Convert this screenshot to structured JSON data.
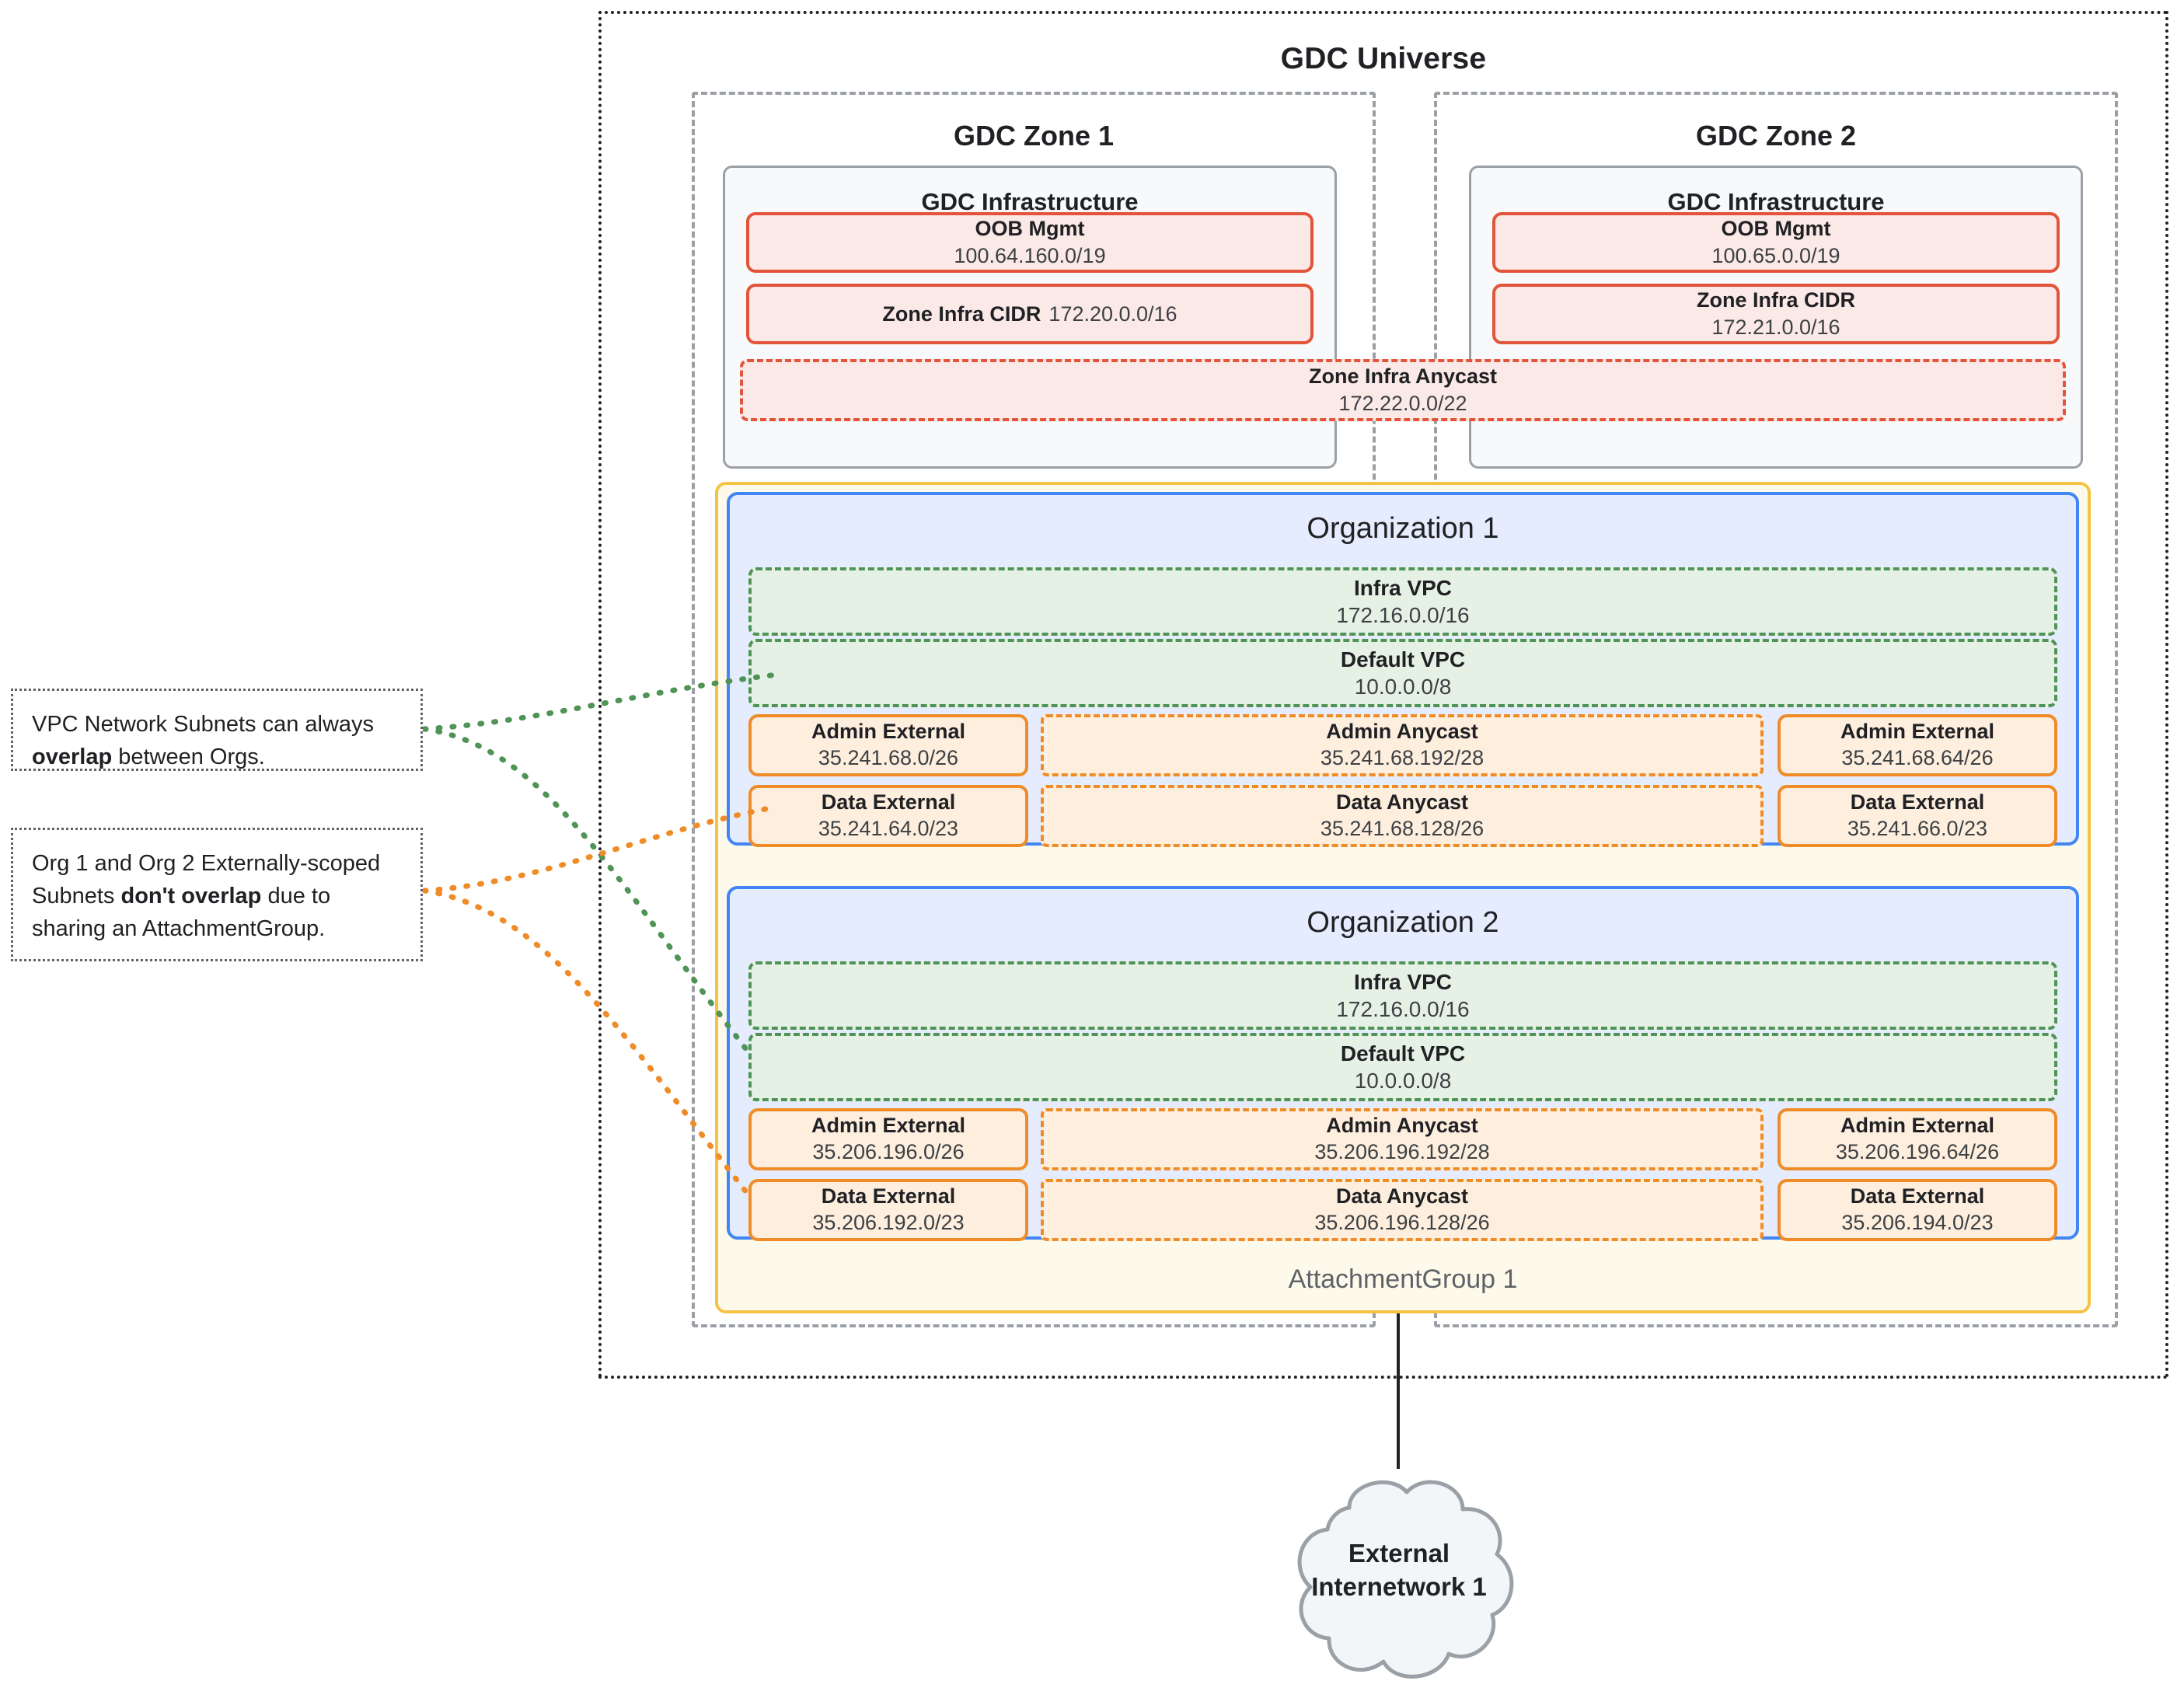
{
  "universe": {
    "title": "GDC Universe"
  },
  "zones": [
    {
      "title": "GDC Zone 1",
      "infra_title": "GDC Infrastructure",
      "oob": {
        "label": "OOB Mgmt",
        "cidr": "100.64.160.0/19"
      },
      "zone_infra_cidr": {
        "label": "Zone Infra CIDR",
        "cidr": "172.20.0.0/16"
      }
    },
    {
      "title": "GDC Zone 2",
      "infra_title": "GDC Infrastructure",
      "oob": {
        "label": "OOB Mgmt",
        "cidr": "100.65.0.0/19"
      },
      "zone_infra_cidr": {
        "label": "Zone Infra CIDR",
        "cidr": "172.21.0.0/16"
      }
    }
  ],
  "zone_infra_anycast": {
    "label": "Zone Infra Anycast",
    "cidr": "172.22.0.0/22"
  },
  "attachment_group": {
    "label": "AttachmentGroup 1"
  },
  "organizations": [
    {
      "title": "Organization 1",
      "infra_vpc": {
        "label": "Infra VPC",
        "cidr": "172.16.0.0/16"
      },
      "default_vpc": {
        "label": "Default VPC",
        "cidr": "10.0.0.0/8"
      },
      "admin_external_left": {
        "label": "Admin External",
        "cidr": "35.241.68.0/26"
      },
      "admin_anycast": {
        "label": "Admin Anycast",
        "cidr": "35.241.68.192/28"
      },
      "admin_external_right": {
        "label": "Admin External",
        "cidr": "35.241.68.64/26"
      },
      "data_external_left": {
        "label": "Data External",
        "cidr": "35.241.64.0/23"
      },
      "data_anycast": {
        "label": "Data Anycast",
        "cidr": "35.241.68.128/26"
      },
      "data_external_right": {
        "label": "Data External",
        "cidr": "35.241.66.0/23"
      }
    },
    {
      "title": "Organization 2",
      "infra_vpc": {
        "label": "Infra VPC",
        "cidr": "172.16.0.0/16"
      },
      "default_vpc": {
        "label": "Default VPC",
        "cidr": "10.0.0.0/8"
      },
      "admin_external_left": {
        "label": "Admin External",
        "cidr": "35.206.196.0/26"
      },
      "admin_anycast": {
        "label": "Admin Anycast",
        "cidr": "35.206.196.192/28"
      },
      "admin_external_right": {
        "label": "Admin External",
        "cidr": "35.206.196.64/26"
      },
      "data_external_left": {
        "label": "Data External",
        "cidr": "35.206.192.0/23"
      },
      "data_anycast": {
        "label": "Data Anycast",
        "cidr": "35.206.196.128/26"
      },
      "data_external_right": {
        "label": "Data External",
        "cidr": "35.206.194.0/23"
      }
    }
  ],
  "callouts": {
    "overlap": {
      "prefix": "VPC Network Subnets can always ",
      "emphasis": "overlap",
      "suffix": " between Orgs."
    },
    "no_overlap": {
      "prefix": "Org 1 and Org 2 Externally-scoped Subnets ",
      "emphasis": "don't overlap",
      "suffix": " due to sharing an AttachmentGroup."
    }
  },
  "external_network": {
    "label_line1": "External",
    "label_line2": "Internetwork 1"
  },
  "colors": {
    "universe_border": "#202124",
    "zone_border": "#9aa0a6",
    "infra_fill": "#f7f9fa",
    "cidr_red_border": "#e2553b",
    "cidr_red_fill": "#fbe9e7",
    "org_border": "#4285f4",
    "org_fill": "#e4ecfd",
    "vpc_green_border": "#4f9456",
    "vpc_green_fill": "#e6f1e6",
    "subnet_orange_border": "#ef8c28",
    "subnet_orange_fill": "#fdeede",
    "attachment_group_border": "#f5c344",
    "attachment_group_fill": "#fdfaeb",
    "cloud_fill": "#f3f6f9"
  }
}
